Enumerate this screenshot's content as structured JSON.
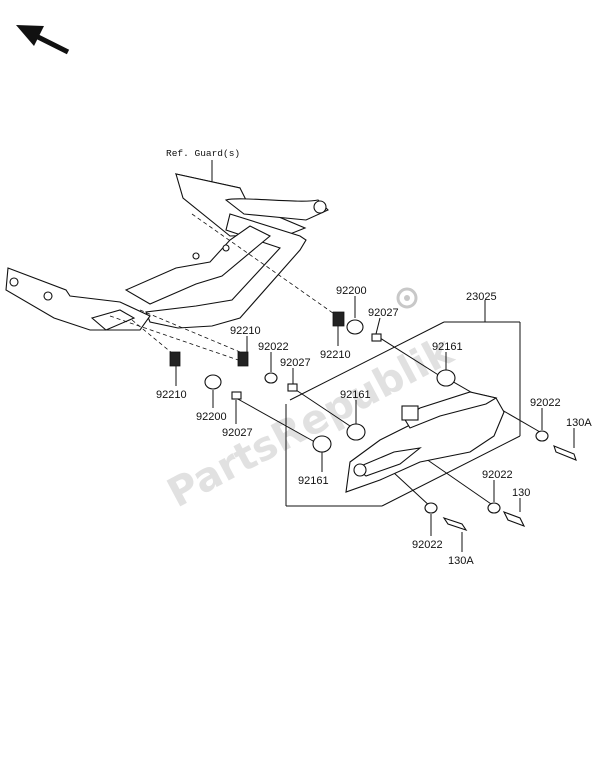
{
  "reference_label": "Ref. Guard(s)",
  "watermark": "PartsRepublik",
  "part_numbers": {
    "p23025": "23025",
    "p92200_a": "92200",
    "p92200_b": "92200",
    "p92210_a": "92210",
    "p92210_b": "92210",
    "p92210_c": "92210",
    "p92022_a": "92022",
    "p92022_b": "92022",
    "p92022_c": "92022",
    "p92022_d": "92022",
    "p92027_a": "92027",
    "p92027_b": "92027",
    "p92027_c": "92027",
    "p92161_a": "92161",
    "p92161_b": "92161",
    "p92161_c": "92161",
    "p130A_a": "130A",
    "p130A_b": "130A",
    "p130": "130"
  },
  "icons": {
    "direction": "front-arrow-icon",
    "gear": "gear-icon"
  }
}
